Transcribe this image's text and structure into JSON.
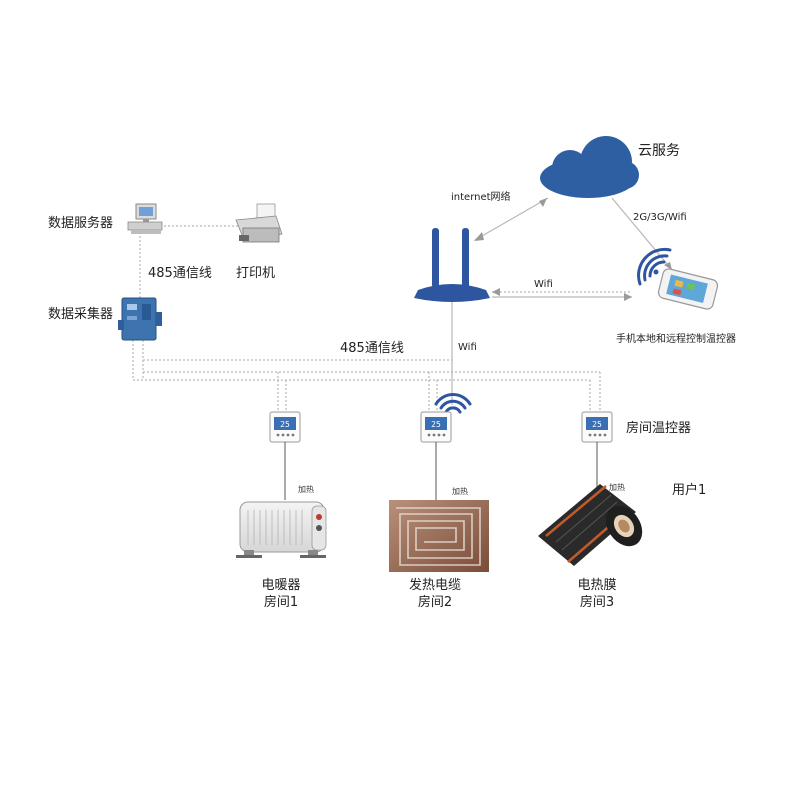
{
  "labels": {
    "cloud": "云服务",
    "internet": "internet网络",
    "mobile_net": "2G/3G/Wifi",
    "data_server": "数据服务器",
    "printer": "打印机",
    "rs485_vertical": "485通信线",
    "data_collector": "数据采集器",
    "rs485_bus": "485通信线",
    "wifi_router_phone": "Wifi",
    "wifi_router_down": "Wifi",
    "phone": "手机本地和远程控制温控器",
    "room_thermostat": "房间温控器",
    "user": "用户1",
    "heat_label_1": "加热",
    "heat_label_2": "加热",
    "heat_label_3": "加热",
    "thermostat_display": "25"
  },
  "rooms": [
    {
      "device": "电暖器",
      "room": "房间1"
    },
    {
      "device": "发热电缆",
      "room": "房间2"
    },
    {
      "device": "电热膜",
      "room": "房间3"
    }
  ],
  "colors": {
    "cloud": "#2f5fa3",
    "router": "#2e56a0",
    "line": "#b8b8b8",
    "wifi": "#2e56a0",
    "thermostat_screen": "#3a6fb4"
  }
}
